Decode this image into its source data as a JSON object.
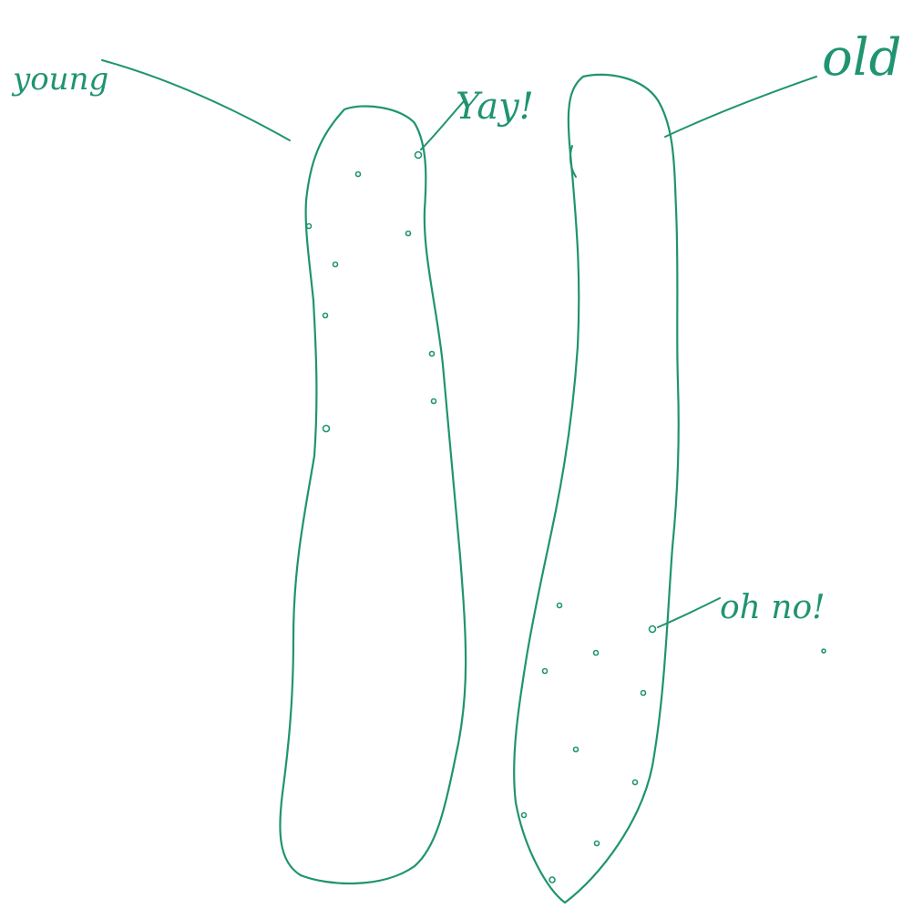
{
  "colors": {
    "ink": "#1f9471",
    "background": "#ffffff"
  },
  "labels": {
    "young": "young",
    "yay": "Yay!",
    "old": "old",
    "oh_no": "oh no!"
  }
}
